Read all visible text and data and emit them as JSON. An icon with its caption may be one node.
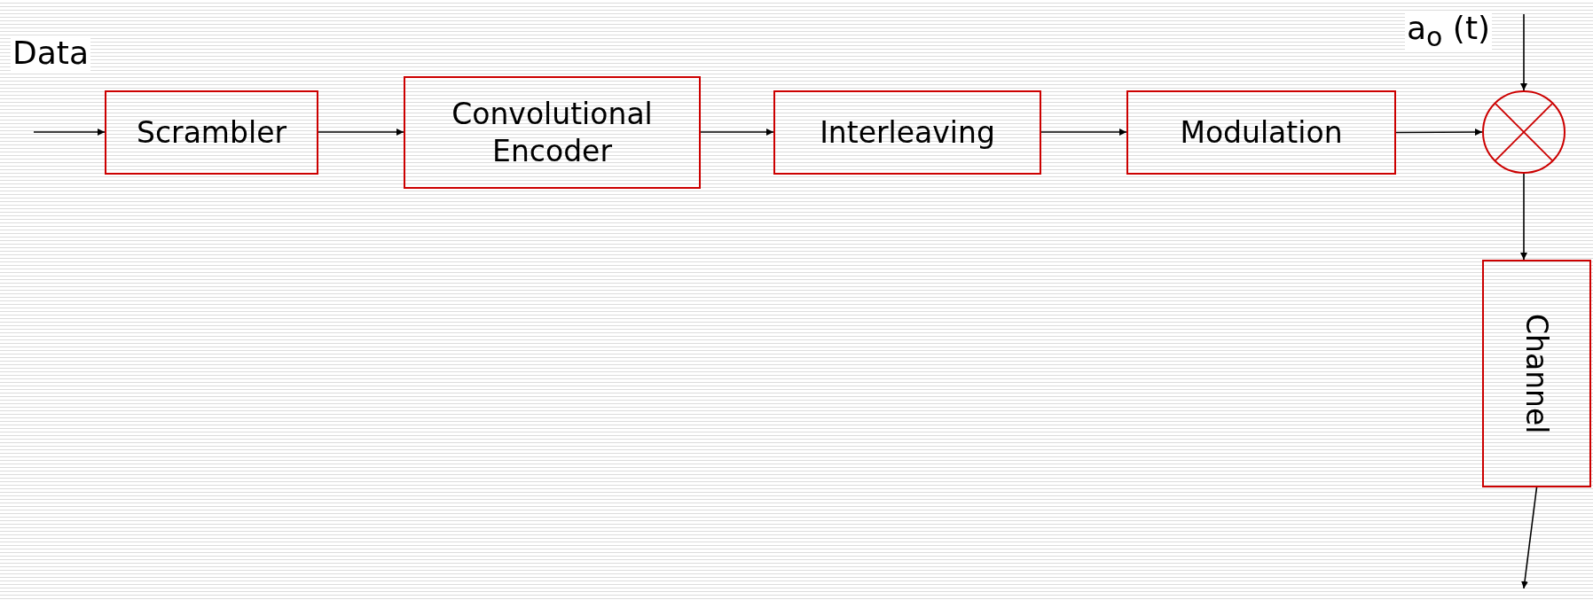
{
  "diagram": {
    "nodes": [
      {
        "text": [
          "Scrambler"
        ]
      },
      {
        "text": [
          "Convolutional Encoder"
        ]
      },
      {
        "text": [
          "Interleaving"
        ]
      },
      {
        "text": [
          "Modulation"
        ]
      },
      {
        "text": [],
        "shape": "circle"
      },
      {
        "text": [
          "Channel"
        ]
      }
    ],
    "edges": [
      {
        "from": null,
        "to": 0,
        "arrow": "to",
        "label": "Data"
      },
      {
        "from": 0,
        "to": 1,
        "arrow": "to"
      },
      {
        "from": 1,
        "to": 2,
        "arrow": "to"
      },
      {
        "from": 2,
        "to": 3,
        "arrow": "to"
      },
      {
        "from": 3,
        "to": 4,
        "arrow": "to"
      },
      {
        "from": null,
        "to": 4,
        "arrow": "to",
        "label": "a$_{o}$ (t)"
      },
      {
        "from": 4,
        "to": 5,
        "arrow": "to"
      },
      {
        "from": 5,
        "to": null,
        "arrow": "to"
      }
    ]
  }
}
